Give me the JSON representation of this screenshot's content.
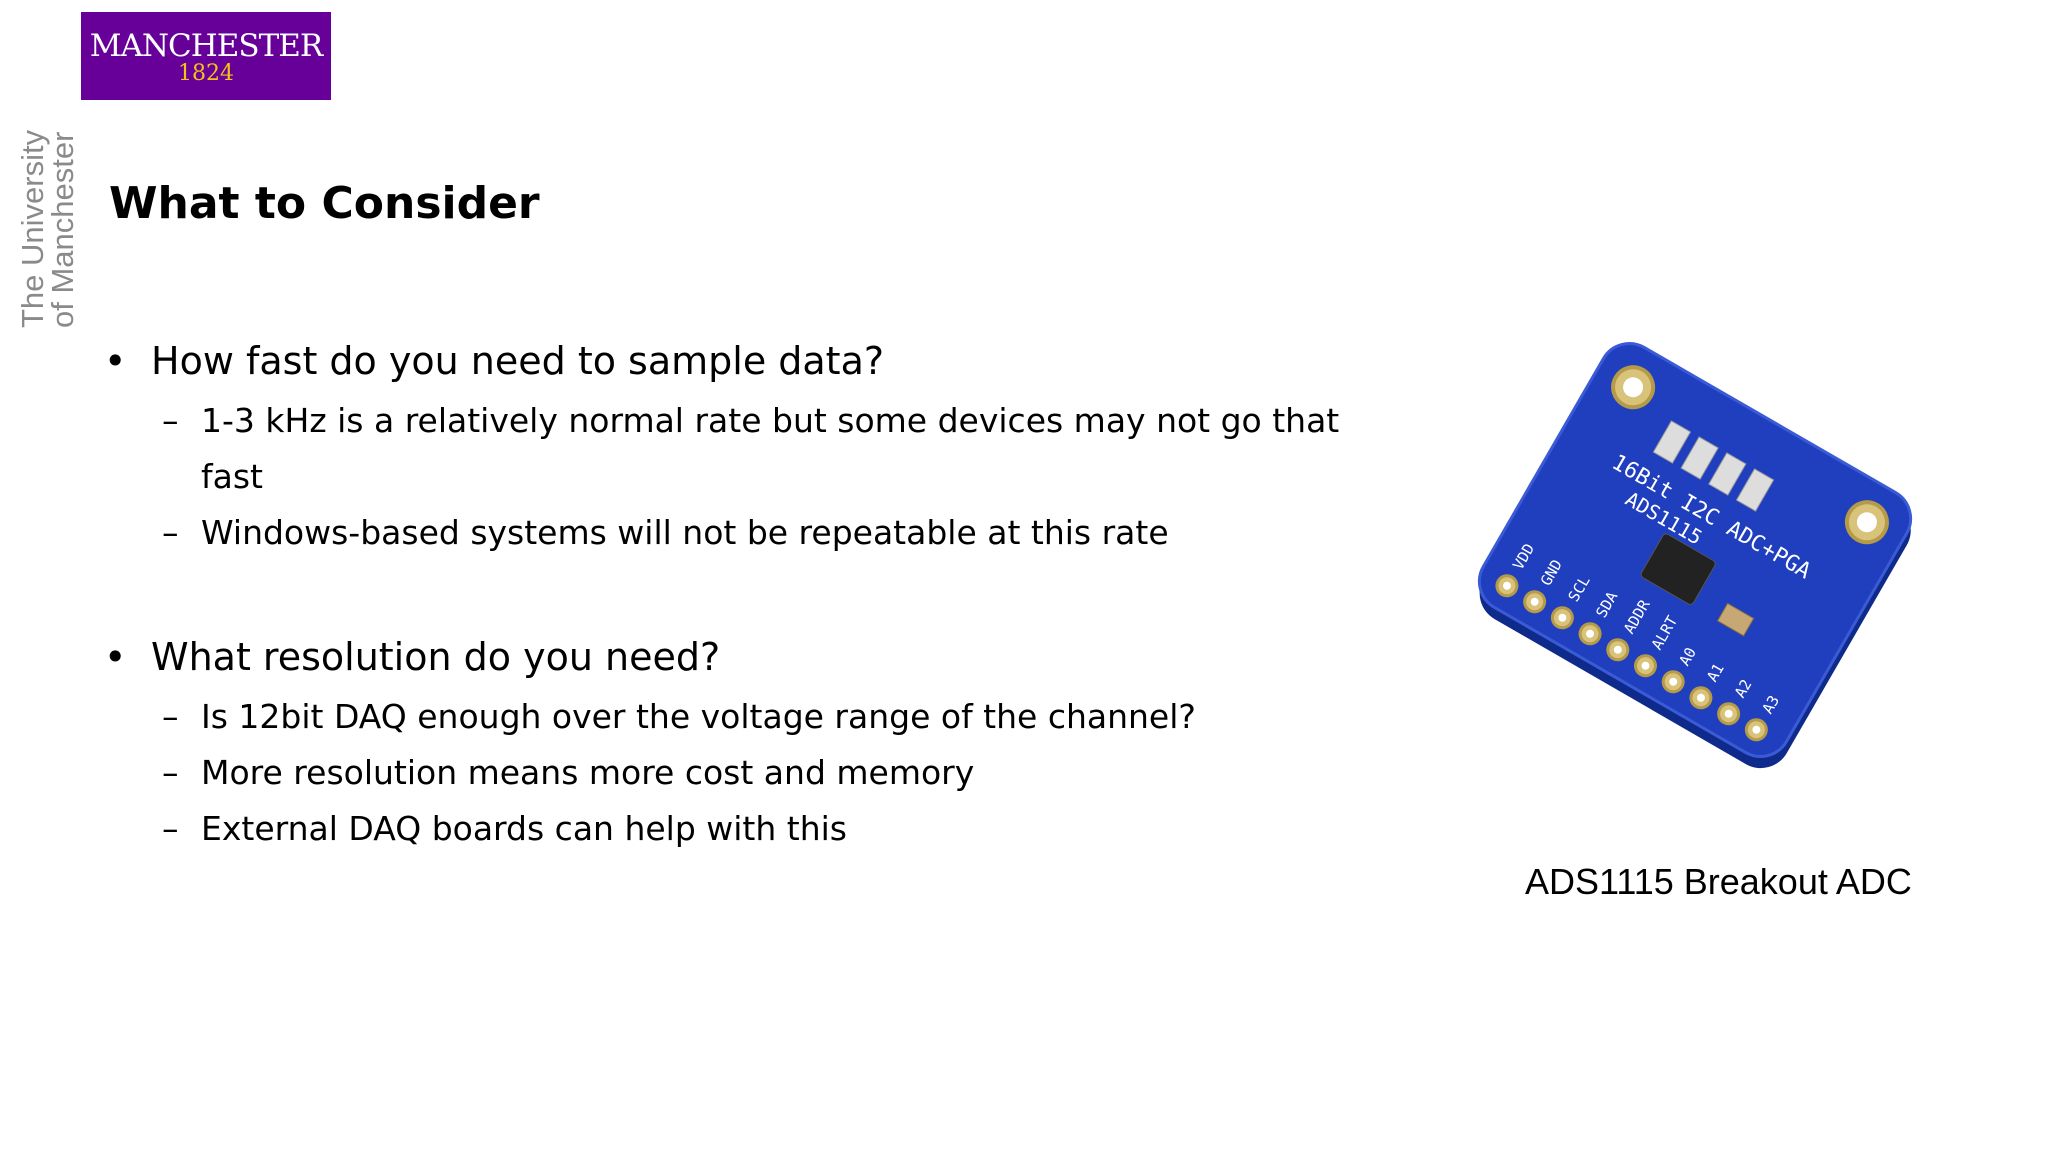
{
  "logo": {
    "word": "MANCHESTER",
    "year": "1824"
  },
  "side_label": {
    "line1": "The University",
    "line2": "of Manchester"
  },
  "title": "What to Consider",
  "bullets": [
    {
      "text": "How fast do you need to sample data?",
      "subs": [
        "1-3 kHz is a relatively normal rate but some devices may not go that fast",
        "Windows-based systems will not be repeatable at this rate"
      ]
    },
    {
      "text": "What resolution do you need?",
      "subs": [
        "Is 12bit DAQ enough over the voltage range of the channel?",
        "More resolution means more cost and memory",
        "External DAQ boards can help with this"
      ]
    }
  ],
  "bullet_glyph": "•",
  "dash_glyph": "–",
  "board": {
    "pins": [
      "VDD",
      "GND",
      "SCL",
      "SDA",
      "ADDR",
      "ALRT",
      "A0",
      "A1",
      "A2",
      "A3"
    ],
    "label_line1": "16Bit I2C ADC+PGA",
    "label_line2": "ADS1115"
  },
  "caption": "ADS1115 Breakout ADC",
  "colors": {
    "brand_purple": "#660099",
    "brand_gold": "#f2c318",
    "board_blue": "#1f3fbf"
  }
}
